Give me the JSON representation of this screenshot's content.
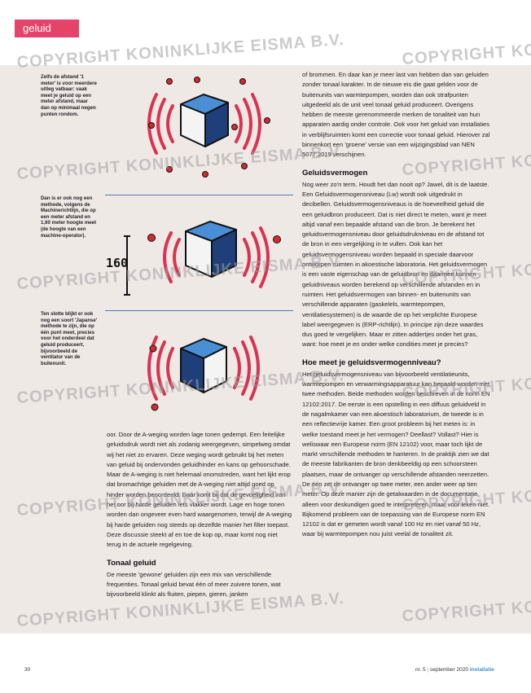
{
  "header": {
    "section_label": "geluid"
  },
  "watermark": {
    "left_text": "COPYRIGHT KONINKLIJKE EISMA B.V.",
    "right_text": "COPYRIGHT KO"
  },
  "side_notes": [
    "Zelfs de afstand '1 meter' is voor meerdere uitleg vatbaar: vaak meet je geluid op een meter afstand, maar dan op minimaal negen punten rondom.",
    "Dan is er ook nog een methode, volgens de Machinerichtlijn, die op een meter afstand en 1,60 meter hoogte meet (de hoogte van een machine-operator).",
    "Ten slotte blijkt er ook nog een soort 'Japanse' methode te zijn, die op één punt meet, precies voor het onderdeel dat geluid produceert, bijvoorbeeld de ventilator van de buitenunit."
  ],
  "illustration": {
    "height_label": "160"
  },
  "right_column": {
    "p1": "of brommen. En daar kan je meer last van hebben dan van geluiden zonder tonaal karakter. In de nieuwe eis die gaat gelden voor de buitenunits van warmtepompen, worden dan ook strafpunten uitgedeeld als de unit veel tonaal geluid produceert. Overigens hebben de meeste gerenommeerde merken de tonaliteit van hun apparaten aardig onder controle. Ook voor het geluid van installaties in verblijfsruimten komt een correctie voor tonaal geluid. Hierover zal binnenkort een 'groene' versie van een wijzigingsblad van NEN 5077:2019 verschijnen.",
    "h2": "Geluidsvermogen",
    "p2": "Nog weer zo'n term. Houdt het dan nooit op? Jawel, dit is de laatste. Een Geluidsvermogensniveau (Lw) wordt ook uitgedrukt in decibellen. Geluidsvermogensniveaus is de hoeveelheid geluid die een geluidbron produceert. Dat is niet direct te meten, want je meet altijd vanaf een bepaalde afstand van die bron. Je berekent het geluidsvermogensniveau door geluidsdrukniveau en de afstand tot de bron in een vergelijking in te vullen. Ook kan het geluidsvermogensniveau worden bepaald in speciale daarvoor ontworpen ruimten in akoestische laboratoria. Het geluidsvermogen is een vaste eigenschap van de geluidbron en daarmee kunnen geluidniveaus worden berekend op verschillende afstanden en in ruimten. Het geluidsvermogen van binnen- en buitenunits van verschillende apparaten (gaskelels, warmtepompen, ventilatiesystemen) is de waarde die op het verplichte Europese label weergegeven is (ERP-richtlijn). In principe zijn deze waardes dus goed te vergelijken. Maar er zitten addertjes onder het gras, want: hoe meet je en onder welke condities meet je precies?",
    "h3": "Hoe meet je geluidsvermogenniveau?",
    "p3": "Het geluidsvermogensniveau van bijvoorbeeld ventilatieunits, warmtepompen en verwarmingsapparatuur kan bepaald worden met twee methoden. Beide methoden worden beschreven in de norm EN 12102:2017. De eerste is een opstelling in een diffuus geluidveld in de nagalmkamer van een akoestisch laboratorium, de tweede is in een reflectievrije kamer. Een groot probleem bij het meten is: in welke toestand meet je het vermogen? Deellast? Vollast? Hier is weliswaar een Europese norm (EN 12102) voor, maar toch lijkt de markt verschillende methoden te hanteren. In de praktijk zien we dat de meeste fabrikanten de bron denkbeeldig op een schoorsteen plaatsen, maar de ontvanger op verschillende afstanden neerzetten. De één zet de ontvanger op twee meter, een ander weer op tien meter. Op deze manier zijn de getalwaarden in de documentatie alleen voor deskundigen goed te interpreteren, maar voor leken niet. Bijkomend probleem van de toepassing van de Europese norm EN 12102 is dat er gemeten wordt vanaf 100 Hz en niet vanaf 50 Hz, waar bij warmtepompen nou juist veelal de tonaliteit zit."
  },
  "left_column": {
    "p1": "oor. Door de A-weging worden lage tonen gedempt. Een feitelijke geluidsdruk wordt niet als zodanig weergegeven, simpelweg omdat wij het niet zo ervaren. Deze weging wordt gebruikt bij het meten van geluid bij ondervonden geluidhinder en kans op gehoorschade. Maar de A-weging is niet helemaal onomstreden, want het lijkt erop dat bromachtige geluiden met de A-weging niet altijd goed op hinder worden beoordeeld. Daar komt bij dat de gevoeligheid van het oor bij harde geluiden iets vlakker wordt. Lage en hoge tonen worden dan ongeveer even hard waargenomen, terwijl de A-weging bij harde geluiden nog steeds op dezelfde manier het filter toepast. Deze discussie steekt af en toe de kop op, maar komt nog niet terug in de actuele regelgeving.",
    "h2": "Tonaal geluid",
    "p2": "De meeste 'gewone' geluiden zijn een mix van verschillende frequenties. Tonaal geluid bevat één of meer zuivere tonen, wat bijvoorbeeld klinkt als fluiten, piepen, gieren, janken"
  },
  "footer": {
    "page_number": "30",
    "issue": "nr. 5",
    "date": "september 2020",
    "magazine": "installatie"
  },
  "colors": {
    "accent_pink": "#e5446a",
    "band_bg": "#efe9e6",
    "divider_blue": "#4a78b8",
    "cube_top": "#4a8fd6",
    "cube_front": "#1f3f7a",
    "wave_red": "#d93350",
    "dot_red": "#d42a2f"
  }
}
